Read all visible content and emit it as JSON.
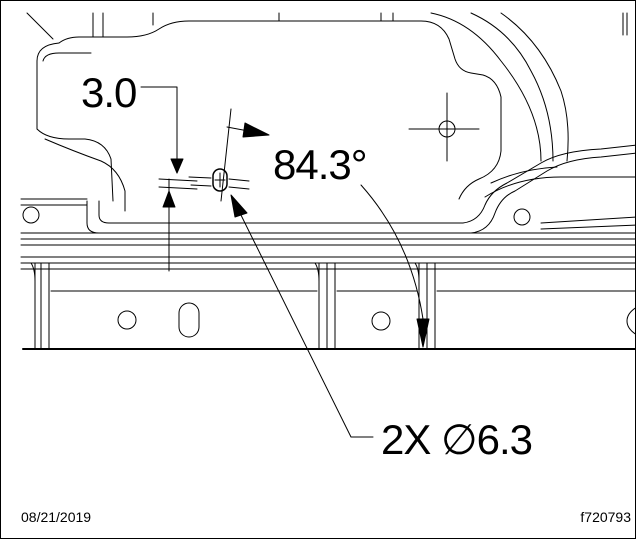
{
  "callouts": {
    "thickness": "3.0",
    "angle": "84.3°",
    "hole": "2X ∅6.3"
  },
  "footer": {
    "date": "08/21/2019",
    "figure_id": "f720793"
  },
  "colors": {
    "line": "#000000",
    "background": "#ffffff"
  }
}
